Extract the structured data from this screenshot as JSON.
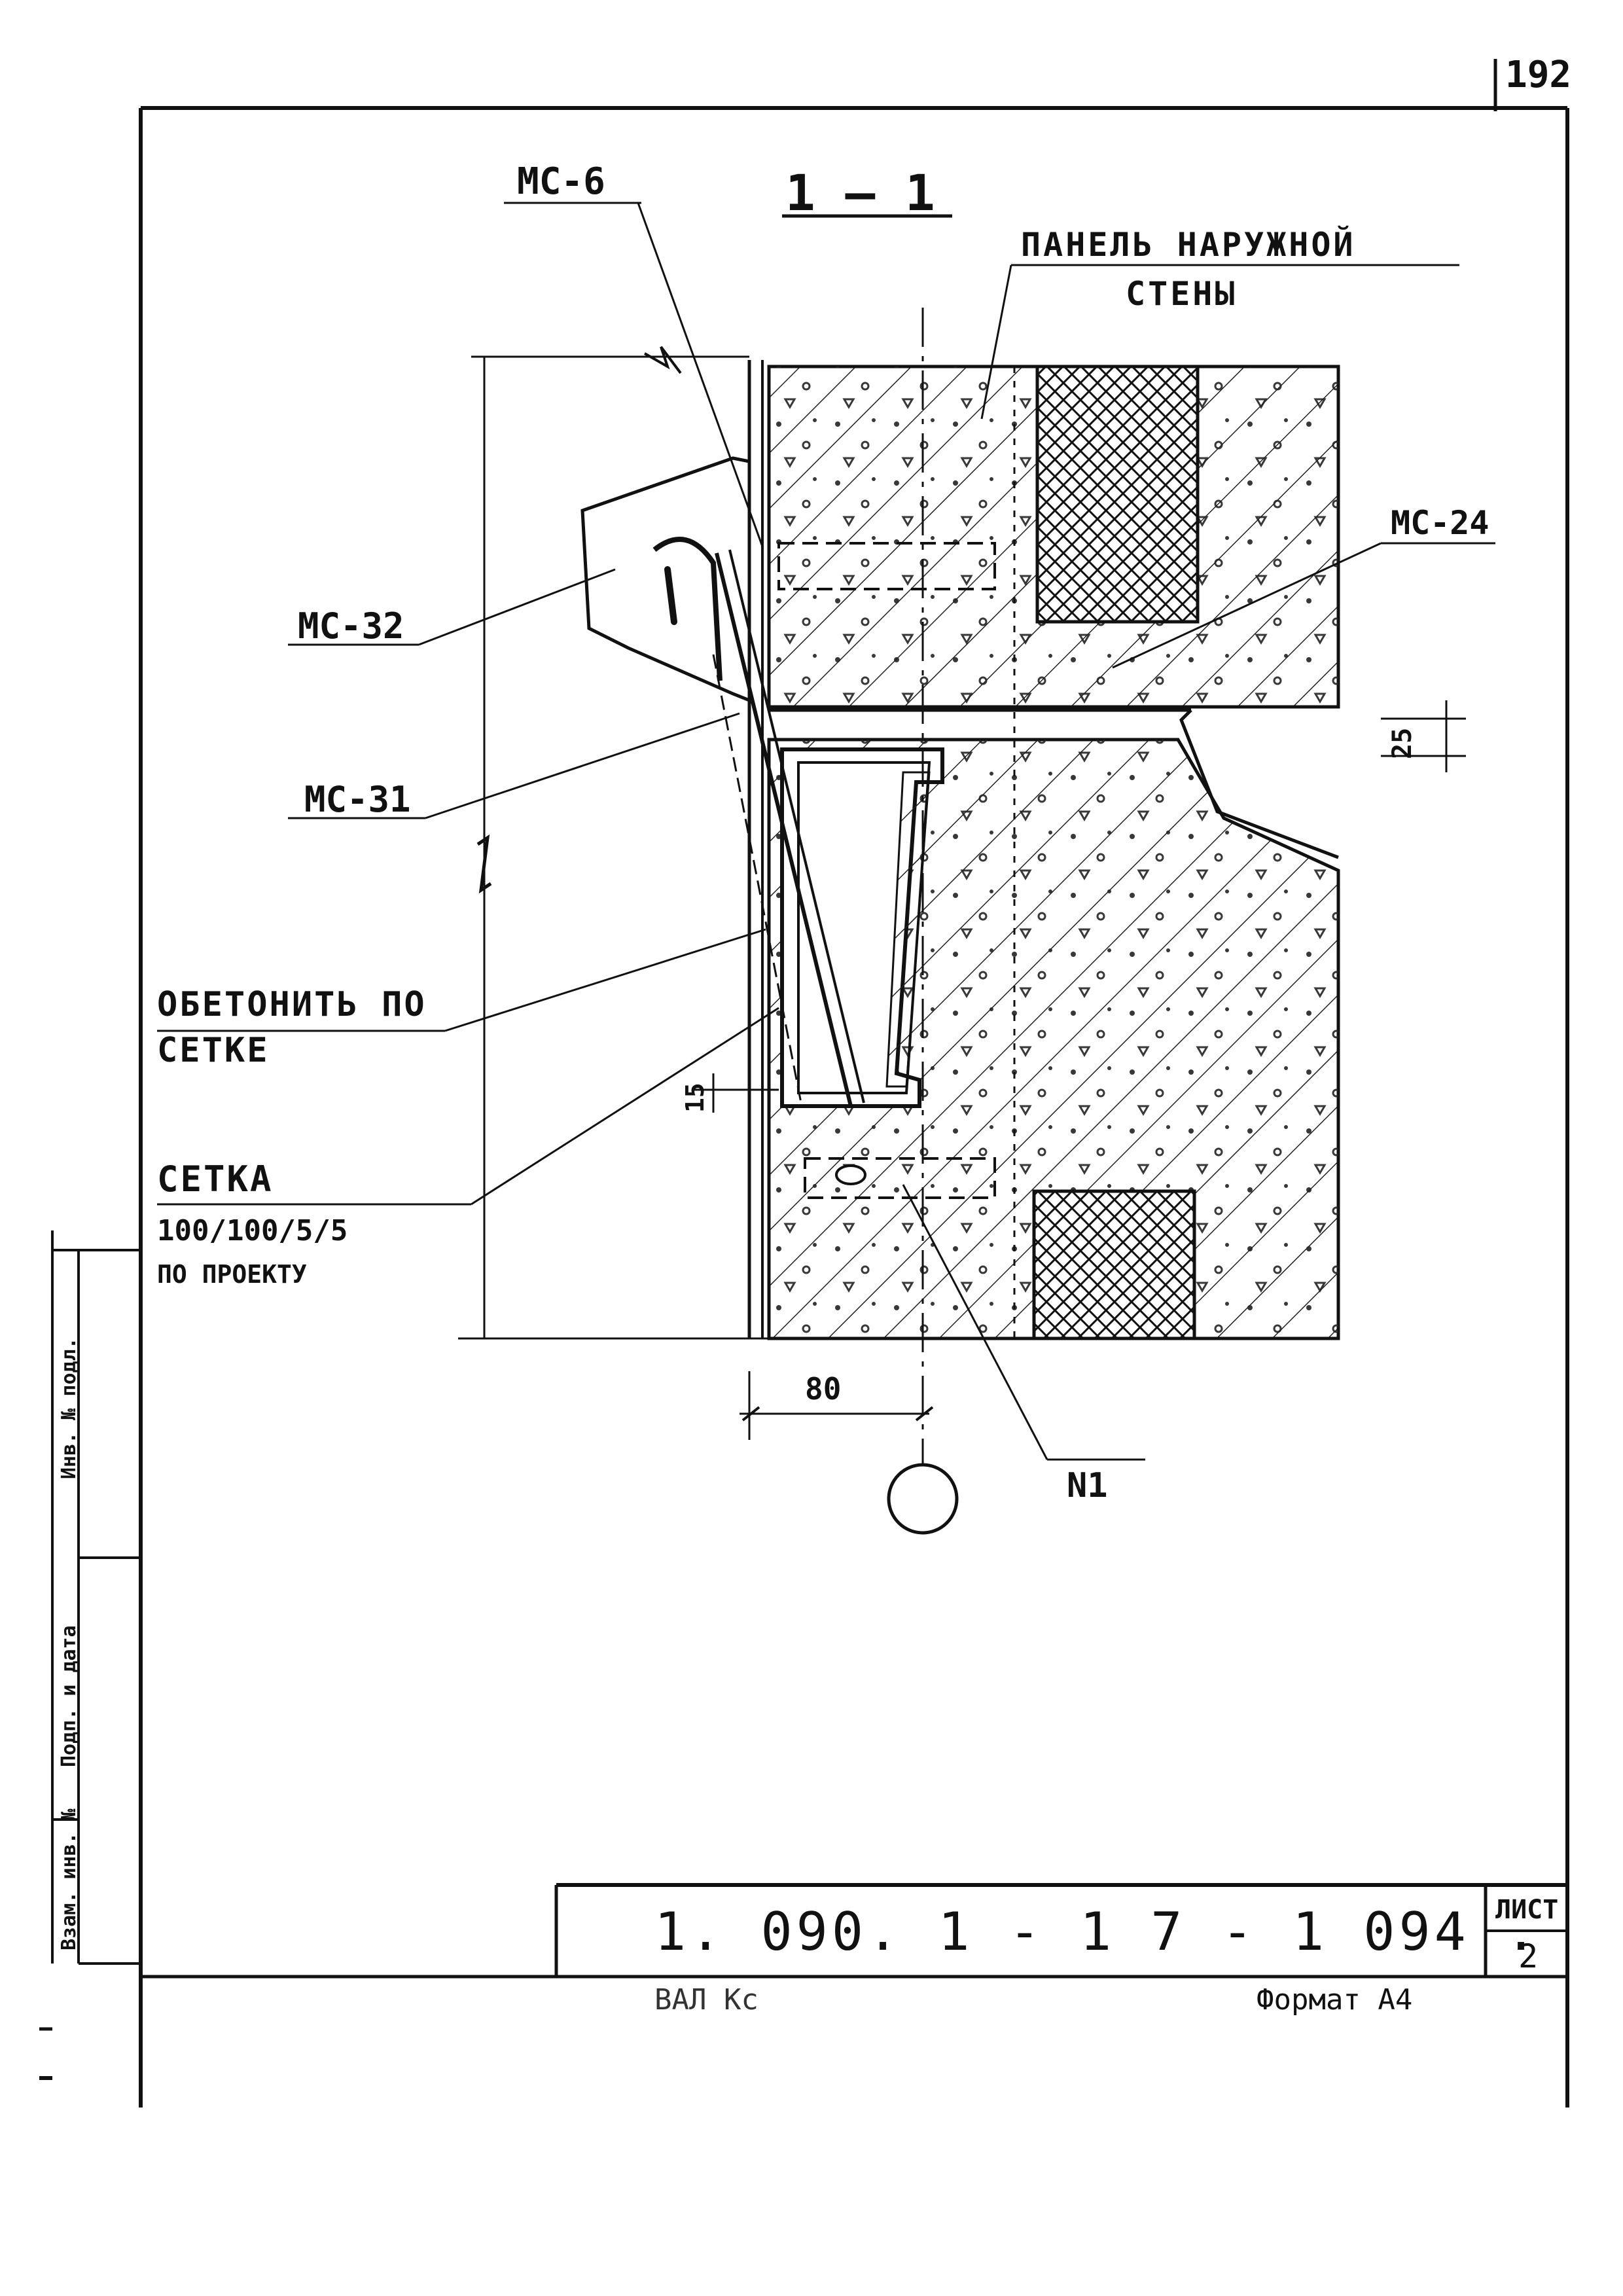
{
  "page_number": "192",
  "section_title": "1 — 1",
  "labels": {
    "mc6": "МС-6",
    "panel_line1": "ПАНЕЛЬ НАРУЖНОЙ",
    "panel_line2": "СТЕНЫ",
    "mc24": "МС-24",
    "mc32": "МС-32",
    "mc31": "МС-31",
    "dim25": "25",
    "dim15": "15",
    "concrete_line1": "ОБЕТОНИТЬ ПО",
    "concrete_line2": "СЕТКЕ",
    "mesh_line1": "СЕТКА",
    "mesh_line2": "100/100/5/5",
    "mesh_line3": "ПО ПРОЕКТУ",
    "dim80": "80",
    "n1": "N1"
  },
  "title_block": {
    "doc_code": "1. 090. 1 - 1   7 - 1    094  .",
    "sheet_label": "ЛИСТ",
    "sheet_number": "2",
    "footer_left": "ВАЛ  Кс",
    "footer_right": "Формат А4"
  },
  "side_stamp": {
    "text1": "Инв. № подл.",
    "text2": "Подп. и дата",
    "text3": "Взам. инв. №"
  }
}
